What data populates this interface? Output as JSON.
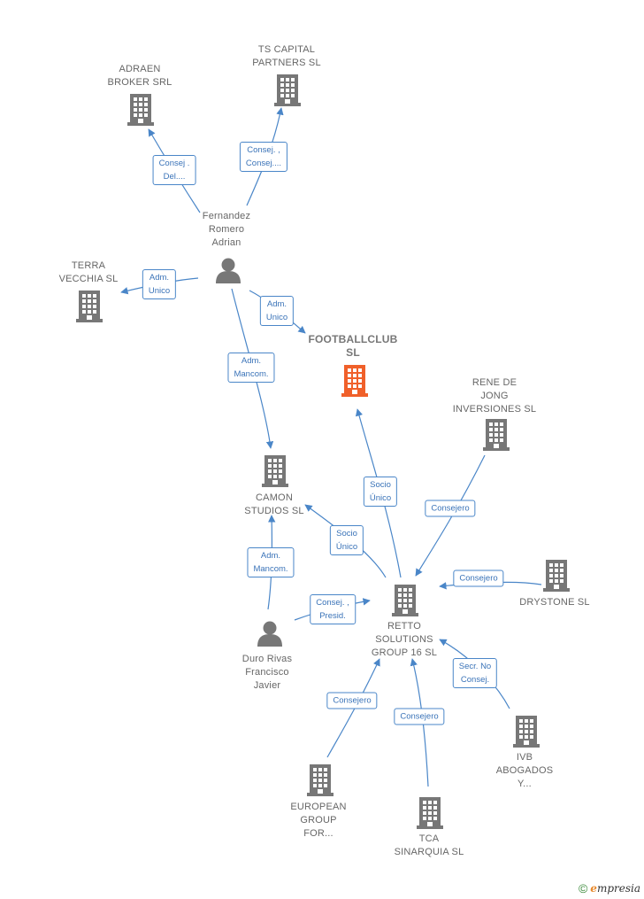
{
  "colors": {
    "edge": "#4a86c8",
    "company": "#777777",
    "highlight": "#f0602a",
    "person": "#777777"
  },
  "nodes": [
    {
      "id": "adraen",
      "type": "company",
      "lines": [
        "ADRAEN",
        "BROKER SRL"
      ]
    },
    {
      "id": "tscapital",
      "type": "company",
      "lines": [
        "TS CAPITAL",
        "PARTNERS  SL"
      ]
    },
    {
      "id": "fernandez",
      "type": "person",
      "lines": [
        "Fernandez",
        "Romero",
        "Adrian"
      ]
    },
    {
      "id": "terra",
      "type": "company",
      "lines": [
        "TERRA",
        "VECCHIA SL"
      ]
    },
    {
      "id": "football",
      "type": "company",
      "highlight": true,
      "lines": [
        "FOOTBALLCLUB",
        "SL"
      ]
    },
    {
      "id": "rene",
      "type": "company",
      "lines": [
        "RENE DE",
        "JONG",
        "INVERSIONES SL"
      ]
    },
    {
      "id": "camon",
      "type": "company",
      "lines": [
        "CAMON",
        "STUDIOS  SL"
      ]
    },
    {
      "id": "drystone",
      "type": "company",
      "lines": [
        "DRYSTONE  SL"
      ]
    },
    {
      "id": "retto",
      "type": "company",
      "lines": [
        "RETTO",
        "SOLUTIONS",
        "GROUP 16  SL"
      ]
    },
    {
      "id": "duro",
      "type": "person",
      "lines": [
        "Duro Rivas",
        "Francisco",
        "Javier"
      ]
    },
    {
      "id": "ivb",
      "type": "company",
      "lines": [
        "IVB",
        "ABOGADOS",
        "Y..."
      ]
    },
    {
      "id": "european",
      "type": "company",
      "lines": [
        "EUROPEAN",
        "GROUP",
        "FOR..."
      ]
    },
    {
      "id": "tca",
      "type": "company",
      "lines": [
        "TCA",
        "SINARQUIA  SL"
      ]
    }
  ],
  "edges": [
    {
      "from": "fernandez",
      "to": "adraen",
      "lines": [
        "Consej .",
        "Del...."
      ]
    },
    {
      "from": "fernandez",
      "to": "tscapital",
      "lines": [
        "Consej. ,",
        "Consej...."
      ]
    },
    {
      "from": "fernandez",
      "to": "terra",
      "lines": [
        "Adm.",
        "Unico"
      ]
    },
    {
      "from": "fernandez",
      "to": "football",
      "lines": [
        "Adm.",
        "Unico"
      ]
    },
    {
      "from": "fernandez",
      "to": "camon",
      "lines": [
        "Adm.",
        "Mancom."
      ]
    },
    {
      "from": "retto",
      "to": "football",
      "lines": [
        "Socio",
        "Único"
      ]
    },
    {
      "from": "rene",
      "to": "retto",
      "lines": [
        "Consejero"
      ]
    },
    {
      "from": "retto",
      "to": "camon",
      "lines": [
        "Socio",
        "Único"
      ]
    },
    {
      "from": "drystone",
      "to": "retto",
      "lines": [
        "Consejero"
      ]
    },
    {
      "from": "duro",
      "to": "camon",
      "lines": [
        "Adm.",
        "Mancom."
      ]
    },
    {
      "from": "duro",
      "to": "retto",
      "lines": [
        "Consej. ,",
        "Presid."
      ]
    },
    {
      "from": "ivb",
      "to": "retto",
      "lines": [
        "Secr.  No",
        "Consej."
      ]
    },
    {
      "from": "european",
      "to": "retto",
      "lines": [
        "Consejero"
      ]
    },
    {
      "from": "tca",
      "to": "retto",
      "lines": [
        "Consejero"
      ]
    }
  ],
  "footer": {
    "copyright_symbol": "©",
    "brand_initial": "e",
    "brand_rest": "mpresia"
  }
}
